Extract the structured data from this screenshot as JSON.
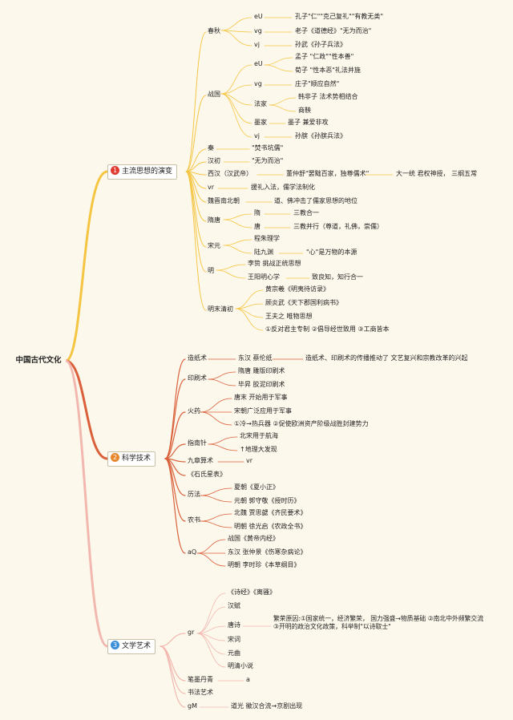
{
  "root": "中国古代文化",
  "b1": {
    "num": "1",
    "title": "主流思想的演变",
    "chunqiu": {
      "label": "春秋",
      "a": "eU",
      "a_text": "孔子\"仁\"\"克己复礼\"\"有教无类\"",
      "b": "vg",
      "b_text": "老子《道德经》\"无为而治\"",
      "c": "vj",
      "c_text": "孙武《孙子兵法》"
    },
    "zhanguo": {
      "label": "战国",
      "ru": "eU",
      "ru1": "孟子 \"仁政\"\"性本善\"",
      "ru2": "荀子 \"性本恶\"礼法并施",
      "dao": "vg",
      "dao1": "庄子\"顺应自然\"",
      "fa": "法家",
      "fa1": "韩非子 法术势相结合",
      "fa2": "商鞅",
      "mo": "墨家",
      "mo1": "墨子 兼爱非攻",
      "bing": "vj",
      "bing1": "孙膑《孙膑兵法》"
    },
    "qin": {
      "label": "秦",
      "text": "\"焚书坑儒\""
    },
    "hanchu": {
      "label": "汉初",
      "text": "\"无为而治\""
    },
    "xihan": {
      "label": "西汉（汉武帝）",
      "text": "董仲舒\"罢黜百家，独尊儒术\"",
      "text2": "大一统 君权神授， 三纲五常"
    },
    "vr": {
      "label": "vr",
      "text": "援礼入法，儒学法制化"
    },
    "weijin": {
      "label": "魏晋南北朝",
      "text": "道、佛冲击了儒家思想的地位"
    },
    "suitang": {
      "label": "隋唐",
      "sui": "隋",
      "sui_text": "三教合一",
      "tang": "唐",
      "tang_text": "三教并行（尊道，礼佛，崇儒）"
    },
    "songyuan": {
      "label": "宋元",
      "a": "程朱理学",
      "b": "陆九渊",
      "b_text": "\"心\"是万物的本源"
    },
    "ming": {
      "label": "明",
      "a": "李贽 挑战正统思想",
      "b": "王阳明心学",
      "b_text": "致良知，知行合一"
    },
    "mingqing": {
      "label": "明末清初",
      "a": "黄宗羲《明夷待访录》",
      "b": "顾炎武《天下郡国利病书》",
      "c": "王夫之 唯物思想",
      "d": "①反对君主专制 ②倡导经世致用 ③工商皆本"
    }
  },
  "b2": {
    "num": "2",
    "title": "科学技术",
    "zaozhi": {
      "label": "造纸术",
      "a": "东汉 蔡伦纸",
      "b": "造纸术、印刷术的传播推动了 文艺复兴和宗教改革的兴起"
    },
    "yinshua": {
      "label": "印刷术",
      "a": "隋唐 雕版印刷术",
      "b": "毕昇 胶泥印刷术"
    },
    "huoyao": {
      "label": "火药",
      "a": "唐末 开始用于军事",
      "b": "宋朝广泛应用于军事",
      "c": "①冷→热兵器 ②促使欧洲资产阶级战胜封建势力"
    },
    "znz": {
      "label": "指南针",
      "a": "北宋用于航海",
      "b": "↑地理大发现"
    },
    "jiuzhang": {
      "label": "九章算术",
      "text": "vr"
    },
    "shishi": {
      "label": "《石氏星表》"
    },
    "lifa": {
      "label": "历法",
      "a": "夏朝《夏小正》",
      "b": "元朝 郭守敬《授时历》"
    },
    "nongshu": {
      "label": "农书",
      "a": "北魏 贾思勰《齐民要术》",
      "b": "明朝 徐光启《农政全书》"
    },
    "aq": {
      "label": "aQ",
      "a": "战国《黄帝内经》",
      "b": "东汉 张仲景《伤寒杂病论》",
      "c": "明朝 李时珍《本草纲目》"
    }
  },
  "b3": {
    "num": "3",
    "title": "文学艺术",
    "gr": {
      "label": "gr",
      "a": "《诗经》《离骚》",
      "b": "汉赋",
      "c": "唐诗",
      "c_text": "繁荣原因:①国家统一，经济繁荣， 国力强盛→物质基础 ②南北中外频繁交流 ③开明的政治文化政策，科举制\"以诗取士\"",
      "d": "宋词",
      "e": "元曲",
      "f": "明清小说"
    },
    "bimo": {
      "label": "笔墨丹青",
      "text": "a"
    },
    "shufa": {
      "label": "书法艺术"
    },
    "gm": {
      "label": "gM",
      "text": "道光 徽汉合流→京剧出现"
    }
  },
  "colors": {
    "b1": "#f5c542",
    "b2": "#d9603b",
    "b3": "#f2b8b0",
    "num1": "#e03c31",
    "num2": "#e8862b",
    "num3": "#3b8fd9"
  }
}
